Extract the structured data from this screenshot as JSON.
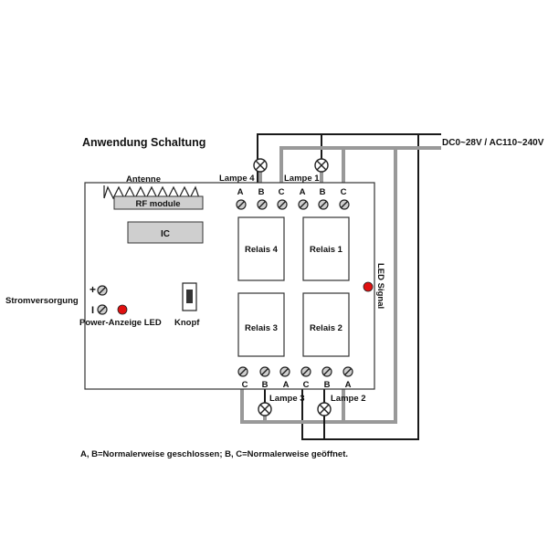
{
  "title": "Anwendung Schaltung",
  "power_supply": "DC0~28V / AC110~240V",
  "antenna_label": "Antenne",
  "rf_module_label": "RF module",
  "ic_label": "IC",
  "relays": {
    "relay4": "Relais 4",
    "relay1": "Relais 1",
    "relay3": "Relais 3",
    "relay2": "Relais 2"
  },
  "lamps": {
    "lamp4": "Lampe 4",
    "lamp1": "Lampe 1",
    "lamp3": "Lampe 3",
    "lamp2": "Lampe 2"
  },
  "top_terminals": [
    "A",
    "B",
    "C",
    "A",
    "B",
    "C"
  ],
  "bottom_terminals": [
    "C",
    "B",
    "A",
    "C",
    "B",
    "A"
  ],
  "power_input_label": "Stromversorgung",
  "power_plus": "+",
  "power_minus": "I",
  "power_led_label": "Power-Anzeige LED",
  "button_label": "Knopf",
  "led_signal_label": "LED Signal",
  "footnote": "A, B=Normalerweise geschlossen; B, C=Normalerweise geöffnet.",
  "colors": {
    "led": "#e01010",
    "module_fill": "#cfcfcf",
    "gray_wire": "#999999",
    "black_wire": "#1a1a1a"
  }
}
